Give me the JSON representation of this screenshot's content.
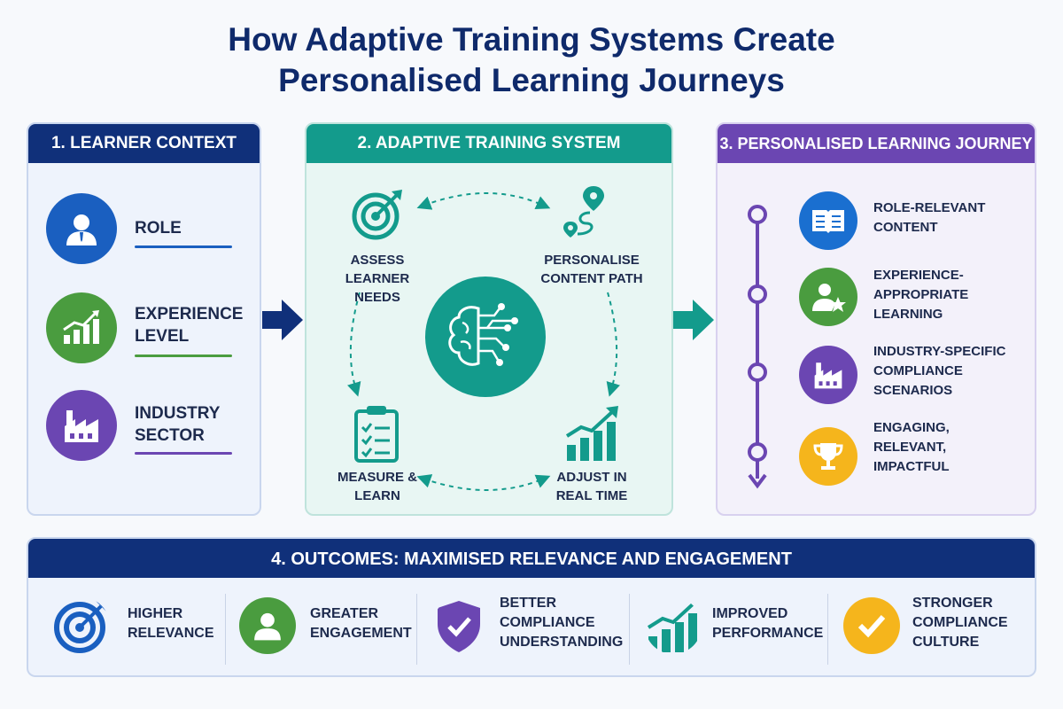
{
  "title": "How Adaptive Training Systems Create\nPersonalised Learning Journeys",
  "panel1": {
    "heading": "1. LEARNER CONTEXT",
    "items": [
      {
        "label": "ROLE",
        "icon": "user-icon",
        "color": "#1a5fc0"
      },
      {
        "label": "EXPERIENCE\nLEVEL",
        "icon": "growth-chart-icon",
        "color": "#4a9c3f"
      },
      {
        "label": "INDUSTRY\nSECTOR",
        "icon": "factory-icon",
        "color": "#6b46b2"
      }
    ]
  },
  "panel2": {
    "heading": "2. ADAPTIVE TRAINING SYSTEM",
    "steps": [
      {
        "label": "ASSESS\nLEARNER NEEDS",
        "icon": "target-icon"
      },
      {
        "label": "PERSONALISE\nCONTENT PATH",
        "icon": "route-pin-icon"
      },
      {
        "label": "MEASURE &\nLEARN",
        "icon": "clipboard-checklist-icon"
      },
      {
        "label": "ADJUST IN\nREAL TIME",
        "icon": "rising-bars-icon"
      }
    ],
    "center_icon": "ai-brain-icon",
    "color": "#139b8c"
  },
  "panel3": {
    "heading": "3. PERSONALISED LEARNING JOURNEY",
    "items": [
      {
        "label": "ROLE-RELEVANT\nCONTENT",
        "icon": "open-book-icon",
        "color": "#1a6fd0"
      },
      {
        "label": "EXPERIENCE-\nAPPROPRIATE\nLEARNING",
        "icon": "user-star-icon",
        "color": "#4a9c3f"
      },
      {
        "label": "INDUSTRY-SPECIFIC\nCOMPLIANCE\nSCENARIOS",
        "icon": "factory-icon",
        "color": "#6b46b2"
      },
      {
        "label": "ENGAGING,\nRELEVANT,\nIMPACTFUL",
        "icon": "trophy-icon",
        "color": "#f5b51c"
      }
    ]
  },
  "panel4": {
    "heading": "4. OUTCOMES: MAXIMISED RELEVANCE AND ENGAGEMENT",
    "items": [
      {
        "label": "HIGHER\nRELEVANCE",
        "icon": "target-icon",
        "color": "#1a5fc0"
      },
      {
        "label": "GREATER\nENGAGEMENT",
        "icon": "user-icon",
        "color": "#4a9c3f"
      },
      {
        "label": "BETTER\nCOMPLIANCE\nUNDERSTANDING",
        "icon": "shield-check-icon",
        "color": "#6b46b2"
      },
      {
        "label": "IMPROVED\nPERFORMANCE",
        "icon": "rising-bars-icon",
        "color": "#139b8c"
      },
      {
        "label": "STRONGER\nCOMPLIANCE\nCULTURE",
        "icon": "check-circle-icon",
        "color": "#f5b51c"
      }
    ]
  }
}
